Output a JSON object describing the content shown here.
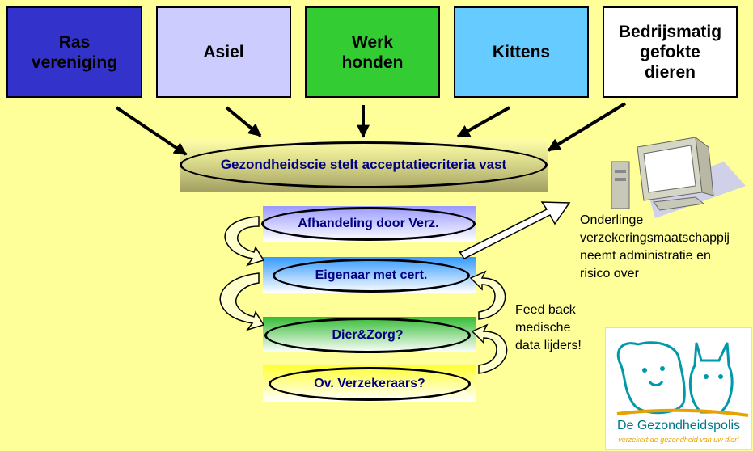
{
  "sources": [
    {
      "label": "Ras\nvereniging",
      "color": "#3333CC"
    },
    {
      "label": "Asiel",
      "color": "#CCCCFF"
    },
    {
      "label": "Werk\nhonden",
      "color": "#33CC33"
    },
    {
      "label": "Kittens",
      "color": "#66CCFF"
    },
    {
      "label": "Bedrijsmatig\ngefokte\ndieren",
      "color": "#FFFFFF"
    }
  ],
  "criteria": {
    "label": "Gezondheidscie stelt acceptatiecriteria vast"
  },
  "steps": [
    {
      "label": "Afhandeling door Verz."
    },
    {
      "label": "Eigenaar met cert."
    },
    {
      "label": "Dier&Zorg?"
    },
    {
      "label": "Ov. Verzekeraars?"
    }
  ],
  "admin_note": "Onderlinge\nverzekeringsmaatschappij\nneemt administratie en\nrisico over",
  "feedback_note": "Feed back\nmedische\ndata lijders!",
  "logo": {
    "name": "De Gezondheidspolis",
    "tagline": "verzekert de gezondheid van uw dier!"
  }
}
